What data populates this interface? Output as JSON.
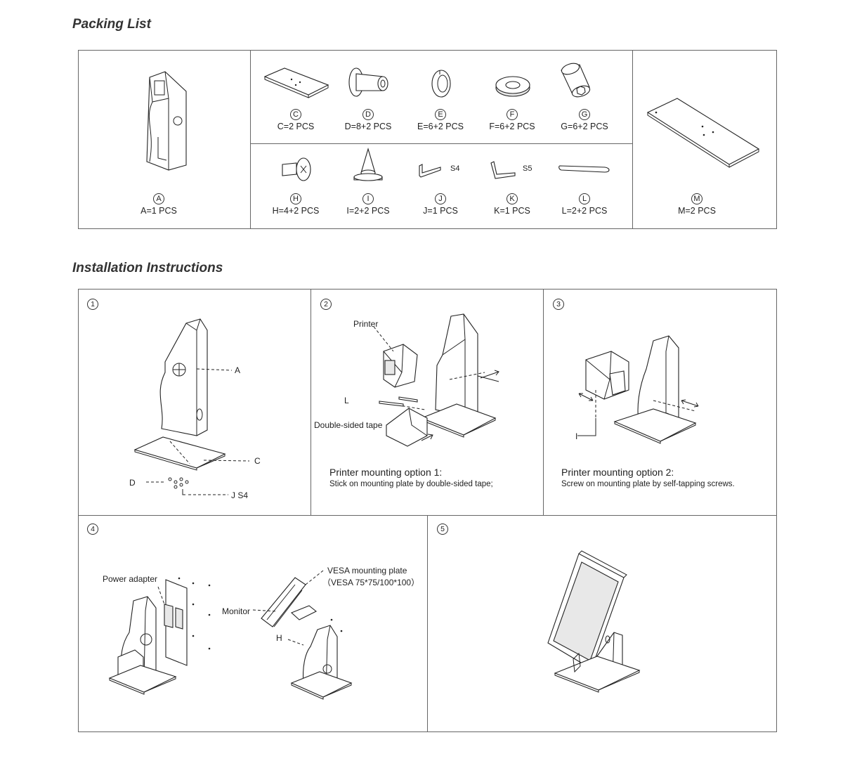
{
  "packing_list": {
    "title": "Packing List",
    "items": {
      "A": {
        "letter": "A",
        "qty": "A=1 PCS"
      },
      "C": {
        "letter": "C",
        "qty": "C=2 PCS"
      },
      "D": {
        "letter": "D",
        "qty": "D=8+2 PCS"
      },
      "E": {
        "letter": "E",
        "qty": "E=6+2 PCS"
      },
      "F": {
        "letter": "F",
        "qty": "F=6+2 PCS"
      },
      "G": {
        "letter": "G",
        "qty": "G=6+2 PCS"
      },
      "H": {
        "letter": "H",
        "qty": "H=4+2 PCS"
      },
      "I": {
        "letter": "I",
        "qty": "I=2+2 PCS"
      },
      "J": {
        "letter": "J",
        "qty": "J=1 PCS",
        "tag": "S4"
      },
      "K": {
        "letter": "K",
        "qty": "K=1 PCS",
        "tag": "S5"
      },
      "L": {
        "letter": "L",
        "qty": "L=2+2 PCS"
      },
      "M": {
        "letter": "M",
        "qty": "M=2 PCS"
      }
    }
  },
  "installation": {
    "title": "Installation Instructions",
    "steps": {
      "s1": {
        "num": "1",
        "labels": {
          "a": "A",
          "c": "C",
          "d": "D",
          "j": "J S4"
        }
      },
      "s2": {
        "num": "2",
        "labels": {
          "printer": "Printer",
          "l": "L",
          "tape": "Double-sided tape"
        },
        "option_title": "Printer mounting option 1:",
        "option_desc": "Stick on mounting plate by double-sided tape;"
      },
      "s3": {
        "num": "3",
        "labels": {
          "i": "I"
        },
        "option_title": "Printer mounting option 2:",
        "option_desc": "Screw on mounting plate by self-tapping screws."
      },
      "s4": {
        "num": "4",
        "labels": {
          "adapter": "Power adapter",
          "vesa": "VESA mounting plate",
          "vesa_sizes": "（VESA 75*75/100*100）",
          "monitor": "Monitor",
          "h": "H"
        }
      },
      "s5": {
        "num": "5"
      }
    }
  }
}
